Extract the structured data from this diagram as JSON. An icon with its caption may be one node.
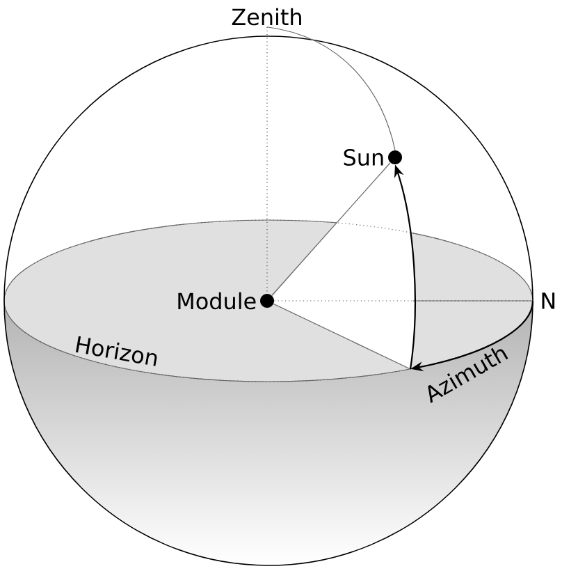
{
  "diagram": {
    "nodes": [
      {
        "text": [
          "Zenith"
        ]
      },
      {
        "text": [
          "Sun"
        ]
      },
      {
        "text": [
          "Module"
        ]
      },
      {
        "text": [
          "N"
        ]
      }
    ],
    "edges": [
      {
        "from": 0,
        "to": 2,
        "arrow": "none",
        "style": "dashed"
      },
      {
        "from": 0,
        "to": 1,
        "arrow": "none"
      },
      {
        "from": 2,
        "to": 1,
        "arrow": "none"
      },
      {
        "from": 2,
        "to": 3,
        "arrow": "none",
        "style": "dashed"
      },
      {
        "from": 2,
        "to": null,
        "arrow": "none"
      },
      {
        "from": null,
        "to": 1,
        "arrow": "to",
        "color": "#000000"
      },
      {
        "from": 3,
        "to": null,
        "arrow": "to",
        "color": "#000000",
        "label": "Azimuth"
      }
    ],
    "labels": [
      "Horizon"
    ]
  }
}
